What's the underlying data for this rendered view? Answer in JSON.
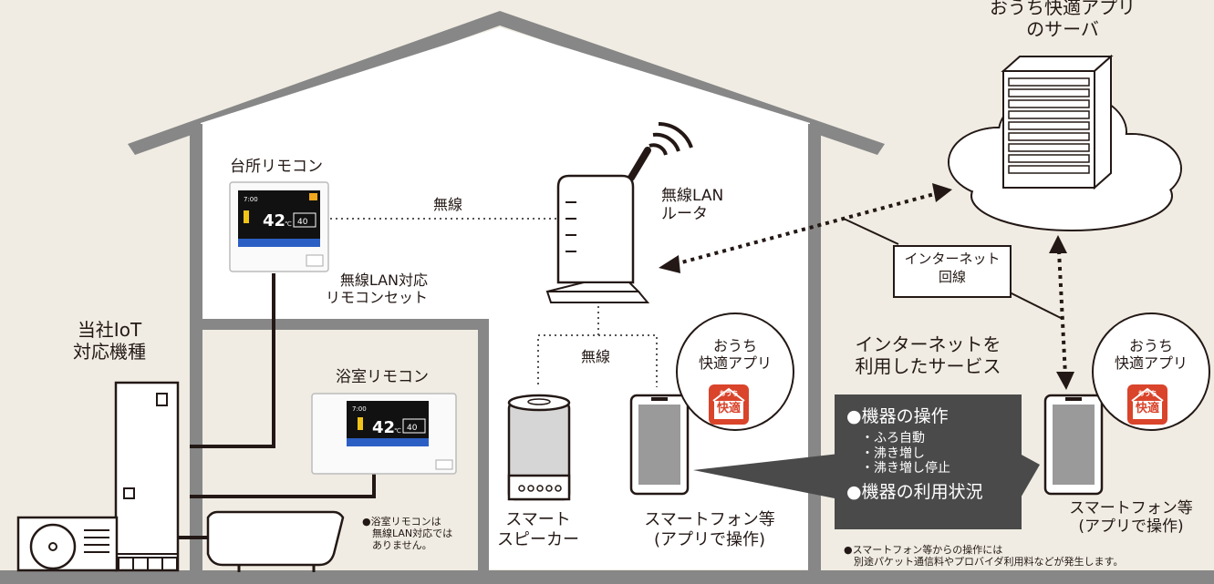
{
  "server": {
    "title_line1": "おうち快適アプリ",
    "title_line2": "のサーバ"
  },
  "kitchen_remote": {
    "title": "台所リモコン",
    "screen_time": "7:00",
    "screen_temp": "42",
    "screen_unit": "℃",
    "screen_vol": "40"
  },
  "wireless_label_top": "無線",
  "router": {
    "line1": "無線LAN",
    "line2": "ルータ"
  },
  "remote_set": {
    "line1": "無線LAN対応",
    "line2": "リモコンセット"
  },
  "iot_device": {
    "line1": "当社IoT",
    "line2": "対応機種"
  },
  "bath_remote": {
    "title": "浴室リモコン",
    "screen_time": "7:00",
    "screen_temp": "42",
    "screen_unit": "℃",
    "screen_vol": "40"
  },
  "wireless_label_mid": "無線",
  "app_badge_left": {
    "line1": "おうち",
    "line2": "快適アプリ",
    "icon_line1": "おうち",
    "icon_line2": "快適"
  },
  "app_badge_right": {
    "line1": "おうち",
    "line2": "快適アプリ",
    "icon_line1": "おうち",
    "icon_line2": "快適"
  },
  "internet_line": {
    "line1": "インターネット",
    "line2": "回線"
  },
  "service": {
    "title_line1": "インターネットを",
    "title_line2": "利用したサービス"
  },
  "features": {
    "heading1": "●機器の操作",
    "items": [
      "・ふろ自動",
      "・沸き増し",
      "・沸き増し停止"
    ],
    "heading2": "●機器の利用状況"
  },
  "speaker": {
    "line1": "スマート",
    "line2": "スピーカー"
  },
  "phone_left": {
    "line1": "スマートフォン等",
    "line2": "(アプリで操作)"
  },
  "phone_right": {
    "line1": "スマートフォン等",
    "line2": "(アプリで操作)"
  },
  "bath_note": {
    "line1": "●浴室リモコンは",
    "line2": "無線LAN対応では",
    "line3": "ありません。"
  },
  "footnote": {
    "line1": "●スマートフォン等からの操作には",
    "line2": "別途パケット通信料やプロバイダ利用料などが発生します。"
  },
  "colors": {
    "background": "#f0ece3",
    "roof": "#878787",
    "dark_panel": "#4a4a4a",
    "badge_red": "#d9442b",
    "ink": "#231815"
  }
}
